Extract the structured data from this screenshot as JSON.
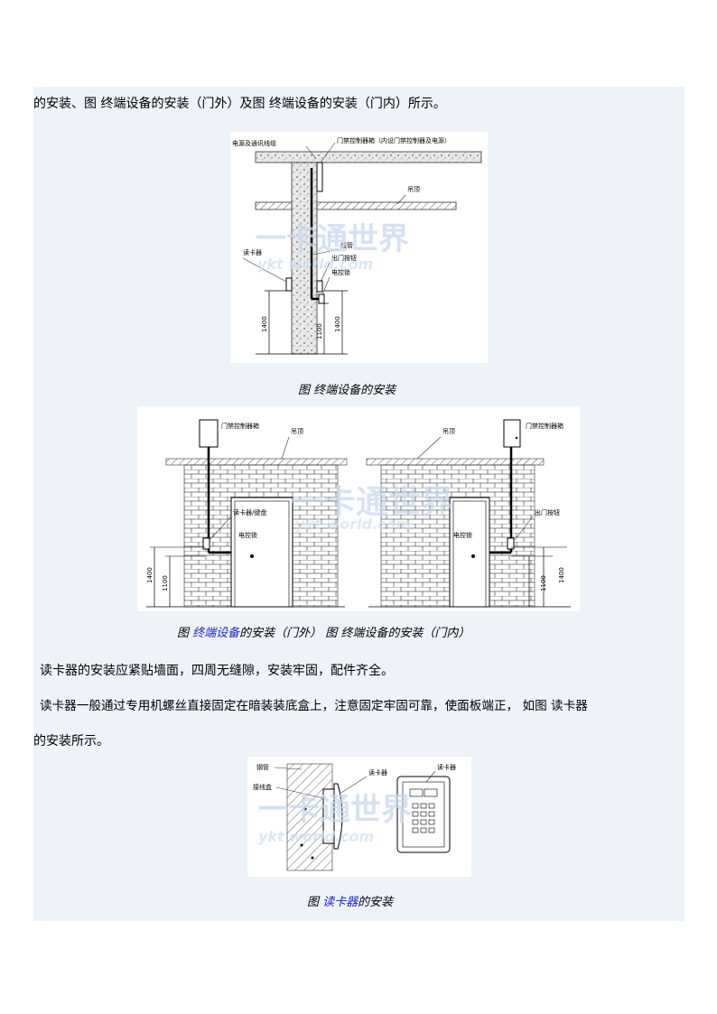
{
  "intro_line": "的安装、图  终端设备的安装（门外）及图  终端设备的安装（门内）所示。",
  "figure1": {
    "labels": {
      "power": "电源及通讯线缆",
      "controller_box": "门禁控制器箱（内设门禁控制器及电源）",
      "ceiling": "吊顶",
      "conduit": "线管",
      "card_reader": "读卡器",
      "exit_button": "出门按钮",
      "lock": "电控锁",
      "h1400a": "1400",
      "h1100": "1100",
      "h1400b": "1400"
    },
    "caption": "图  终端设备的安装"
  },
  "figure2": {
    "left": {
      "controller": "门禁控制器箱",
      "ceiling": "吊顶",
      "reader": "读卡器/键盘",
      "lock": "电控锁",
      "h1400": "1400",
      "h1100": "1100"
    },
    "right": {
      "controller": "门禁控制器箱",
      "ceiling": "吊顶",
      "button": "出门按钮",
      "lock": "电控锁",
      "h1400": "1400",
      "h1100": "1100"
    },
    "caption": {
      "prefix": "图 ",
      "link": "终端设备",
      "mid": "的安装（门外）  图  终端设备的安装（门内）"
    }
  },
  "para1": "读卡器的安装应紧贴墙面，四周无缝隙，安装牢固，配件齐全。",
  "para2_line1": "读卡器一般通过专用机螺丝直接固定在暗装装底盒上，注意固定牢固可靠，使面板端正，   如图  读卡器",
  "para2_line2": "的安装所示。",
  "figure3": {
    "labels": {
      "pipe": "钢管",
      "junction": "接线盒",
      "reader_side": "读卡器",
      "reader_front": "读卡器"
    },
    "caption": {
      "prefix": "图 ",
      "link": "读卡器",
      "suffix": "的安装"
    }
  },
  "watermark": {
    "cn": "一卡通世界",
    "en": "ykt world.com"
  }
}
